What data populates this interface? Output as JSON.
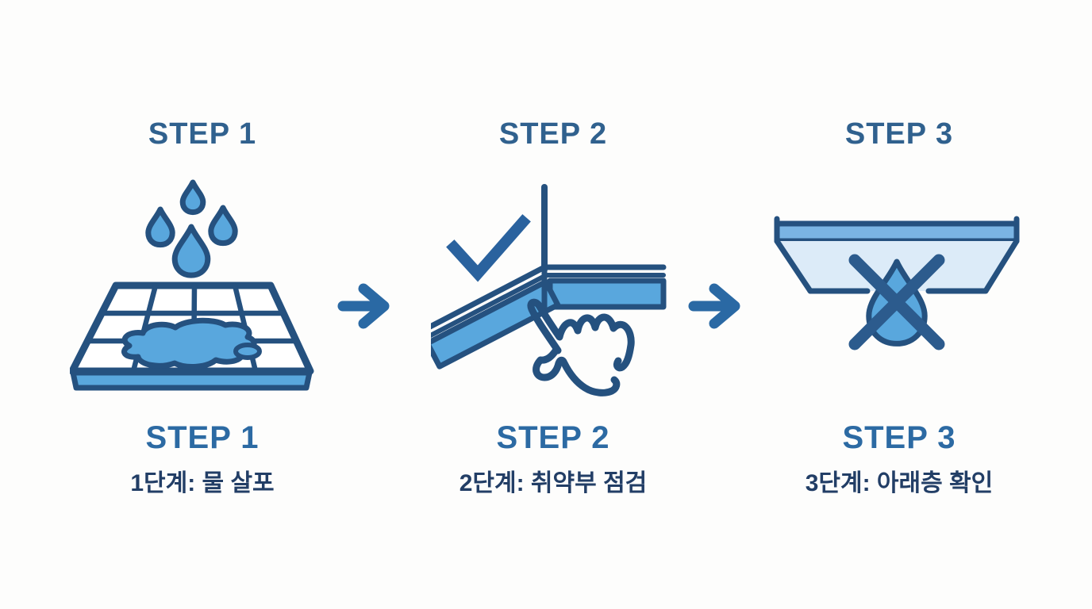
{
  "palette": {
    "background": "#fdfdfc",
    "outline": "#25517f",
    "fill_medium": "#59a7dd",
    "fill_band": "#7ab4e3",
    "fill_light": "#dcebf8",
    "check": "#2a629e",
    "cross": "#2c5b8d",
    "arrow": "#2a69a4",
    "step_top_label": "#30618e",
    "step_name": "#2c6aa3",
    "caption": "#223e66"
  },
  "steps": [
    {
      "top_label": "STEP 1",
      "bottom_label": "STEP 1",
      "caption": "1단계: 물 살포",
      "icon": "water-drops-on-tiled-floor"
    },
    {
      "top_label": "STEP 2",
      "bottom_label": "STEP 2",
      "caption": "2단계: 취약부 점검",
      "icon": "corner-baseboard-inspection"
    },
    {
      "top_label": "STEP 3",
      "bottom_label": "STEP 3",
      "caption": "3단계: 아래층 확인",
      "icon": "ceiling-no-leak"
    }
  ]
}
